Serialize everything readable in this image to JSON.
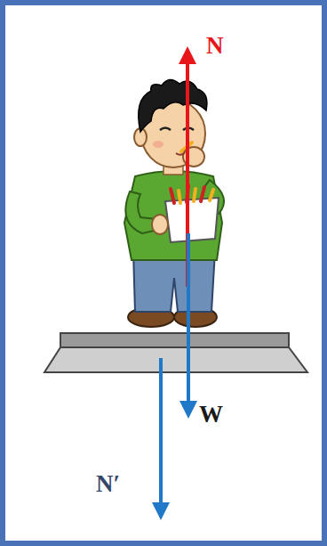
{
  "diagram": {
    "labels": [
      "N",
      "W",
      "N′"
    ]
  }
}
